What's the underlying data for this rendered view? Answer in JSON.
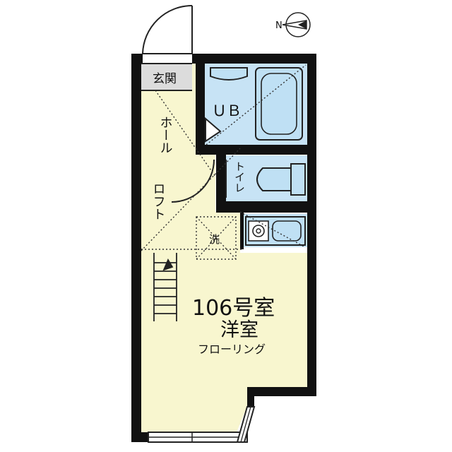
{
  "compass": {
    "north_label": "N"
  },
  "rooms": {
    "entrance": "玄関",
    "bath": "ＵＢ",
    "hall": "ホール",
    "toilet": "トイレ",
    "loft": "ロフト",
    "laundry": "洗",
    "unit_number": "106号室",
    "western_room": "洋室",
    "flooring": "フローリング"
  },
  "colors": {
    "wall": "#111111",
    "room_floor": "#f8f6cf",
    "wet_area": "#c7e3f5",
    "entrance_floor": "#dcdcdc",
    "fixture_fill": "#bfe0f4"
  }
}
